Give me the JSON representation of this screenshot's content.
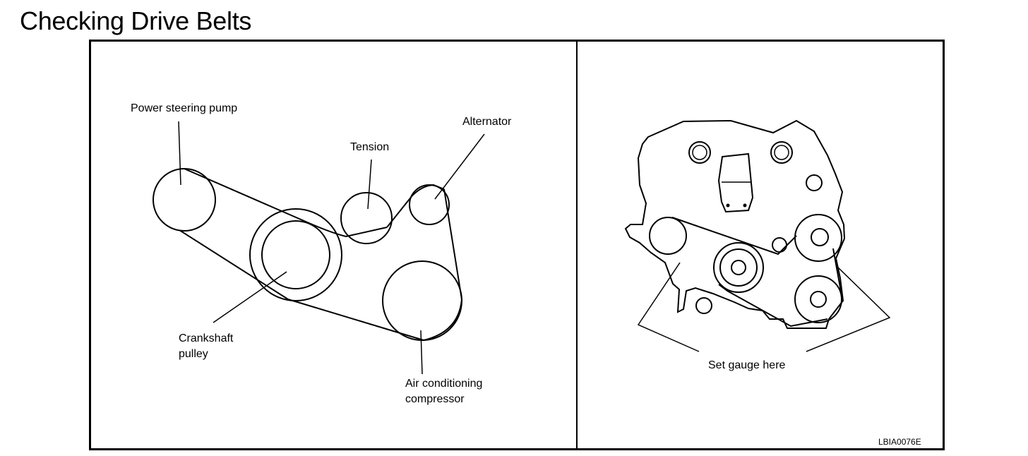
{
  "page": {
    "title": "Checking Drive Belts"
  },
  "left_panel": {
    "labels": {
      "power_steering_pump": "Power steering pump",
      "tension": "Tension",
      "alternator": "Alternator",
      "crankshaft_pulley_line1": "Crankshaft",
      "crankshaft_pulley_line2": "pulley",
      "air_conditioning_line1": "Air conditioning",
      "air_conditioning_line2": "compressor"
    }
  },
  "right_panel": {
    "labels": {
      "set_gauge_here": "Set gauge here"
    }
  },
  "figure": {
    "code": "LBIA0076E"
  }
}
